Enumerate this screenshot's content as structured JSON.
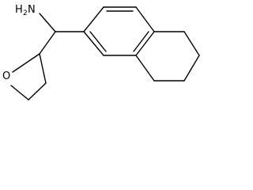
{
  "molecule": {
    "atoms": {
      "amine": {
        "element": "H",
        "subscript": "2",
        "suffix": "N"
      },
      "ring_oxygen": {
        "element": "O"
      }
    }
  }
}
